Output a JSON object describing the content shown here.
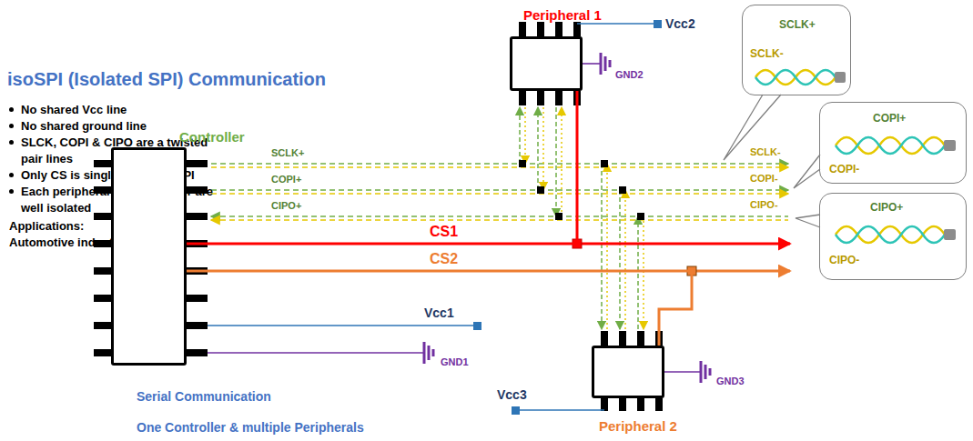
{
  "diagram": {
    "title": "isoSPI (Isolated SPI) Communication",
    "nodes": [
      {
        "text": [
          "Controller"
        ]
      },
      {
        "text": [
          "Peripheral 1"
        ]
      },
      {
        "text": [
          "Peripheral 2"
        ]
      },
      {
        "text": [
          "SCLK+",
          "SCLK-"
        ]
      },
      {
        "text": [
          "COPI+",
          "COPI-"
        ]
      },
      {
        "text": [
          "CIPO+",
          "CIPO-"
        ]
      }
    ],
    "edges": [
      {
        "from": 0,
        "to": 1,
        "arrow": "none",
        "label": "CS1"
      },
      {
        "from": 0,
        "to": 2,
        "arrow": "none",
        "label": "CS2"
      }
    ],
    "labels": [
      "No shared Vcc line",
      "No shared ground line",
      "SLCK, COPI & CIPO are a twisted pair lines",
      "Only CS is single line in isoSPI",
      "Each peripheral and controller are well isolated",
      "Applications:",
      "Automotive industry",
      "Serial Communication",
      "One Controller & multiple Peripherals",
      "SCLK+",
      "COPI+",
      "CIPO+",
      "SCLK-",
      "COPI-",
      "CIPO-",
      "Vcc1",
      "GND1",
      "Vcc2",
      "GND2",
      "Vcc3",
      "GND3"
    ]
  }
}
